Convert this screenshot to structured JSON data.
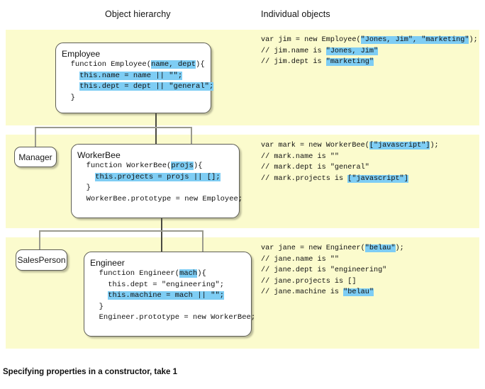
{
  "headers": {
    "hierarchy": "Object hierarchy",
    "individual": "Individual objects"
  },
  "caption": "Specifying properties in a constructor, take 1",
  "colors": {
    "band_background": "#fbfbcd",
    "highlight": "#7ecdf4",
    "box_border": "#5d5d55",
    "connector": "#4a4a42",
    "page_background": "#ffffff",
    "text": "#111111"
  },
  "hierarchy": {
    "employee": {
      "name": "Employee",
      "code_lines": [
        {
          "segments": [
            {
              "t": "  function Employee(",
              "hl": false
            },
            {
              "t": "name, dept",
              "hl": true
            },
            {
              "t": "){",
              "hl": false
            }
          ]
        },
        {
          "segments": [
            {
              "t": "    ",
              "hl": false
            },
            {
              "t": "this.name = name || \"\";",
              "hl": true
            }
          ]
        },
        {
          "segments": [
            {
              "t": "    ",
              "hl": false
            },
            {
              "t": "this.dept = dept || \"general\";",
              "hl": true
            }
          ]
        },
        {
          "segments": [
            {
              "t": "  }",
              "hl": false
            }
          ]
        }
      ]
    },
    "manager": {
      "name": "Manager"
    },
    "workerbee": {
      "name": "WorkerBee",
      "code_lines": [
        {
          "segments": [
            {
              "t": "  function WorkerBee(",
              "hl": false
            },
            {
              "t": "projs",
              "hl": true
            },
            {
              "t": "){",
              "hl": false
            }
          ]
        },
        {
          "segments": [
            {
              "t": "    ",
              "hl": false
            },
            {
              "t": "this.projects = projs || [];",
              "hl": true
            }
          ]
        },
        {
          "segments": [
            {
              "t": "  }",
              "hl": false
            }
          ]
        },
        {
          "segments": [
            {
              "t": "  WorkerBee.prototype = new Employee;",
              "hl": false
            }
          ]
        }
      ]
    },
    "salesperson": {
      "name": "SalesPerson"
    },
    "engineer": {
      "name": "Engineer",
      "code_lines": [
        {
          "segments": [
            {
              "t": "  function Engineer(",
              "hl": false
            },
            {
              "t": "mach",
              "hl": true
            },
            {
              "t": "){",
              "hl": false
            }
          ]
        },
        {
          "segments": [
            {
              "t": "    this.dept = \"engineering\";",
              "hl": false
            }
          ]
        },
        {
          "segments": [
            {
              "t": "    ",
              "hl": false
            },
            {
              "t": "this.machine = mach || \"\";",
              "hl": true
            }
          ]
        },
        {
          "segments": [
            {
              "t": "  }",
              "hl": false
            }
          ]
        },
        {
          "segments": [
            {
              "t": "  Engineer.prototype = new WorkerBee;",
              "hl": false
            }
          ]
        }
      ]
    }
  },
  "individual_objects": [
    {
      "id": "jim",
      "lines": [
        {
          "segments": [
            {
              "t": "var jim = new Employee(",
              "hl": false
            },
            {
              "t": "\"Jones, Jim\", \"marketing\"",
              "hl": true
            },
            {
              "t": ");",
              "hl": false
            }
          ]
        },
        {
          "segments": [
            {
              "t": "// jim.name is ",
              "hl": false
            },
            {
              "t": "\"Jones, Jim\"",
              "hl": true
            }
          ]
        },
        {
          "segments": [
            {
              "t": "// jim.dept is ",
              "hl": false
            },
            {
              "t": "\"marketing\"",
              "hl": true
            }
          ]
        }
      ]
    },
    {
      "id": "mark",
      "lines": [
        {
          "segments": [
            {
              "t": "var mark = new WorkerBee(",
              "hl": false
            },
            {
              "t": "[\"javascript\"]",
              "hl": true
            },
            {
              "t": ");",
              "hl": false
            }
          ]
        },
        {
          "segments": [
            {
              "t": "// mark.name is \"\"",
              "hl": false
            }
          ]
        },
        {
          "segments": [
            {
              "t": "// mark.dept is \"general\"",
              "hl": false
            }
          ]
        },
        {
          "segments": [
            {
              "t": "// mark.projects is ",
              "hl": false
            },
            {
              "t": "[\"javascript\"]",
              "hl": true
            }
          ]
        }
      ]
    },
    {
      "id": "jane",
      "lines": [
        {
          "segments": [
            {
              "t": "var jane = new Engineer(",
              "hl": false
            },
            {
              "t": "\"belau\"",
              "hl": true
            },
            {
              "t": ");",
              "hl": false
            }
          ]
        },
        {
          "segments": [
            {
              "t": "// jane.name is \"\"",
              "hl": false
            }
          ]
        },
        {
          "segments": [
            {
              "t": "// jane.dept is \"engineering\"",
              "hl": false
            }
          ]
        },
        {
          "segments": [
            {
              "t": "// jane.projects is []",
              "hl": false
            }
          ]
        },
        {
          "segments": [
            {
              "t": "// jane.machine is ",
              "hl": false
            },
            {
              "t": "\"belau\"",
              "hl": true
            }
          ]
        }
      ]
    }
  ]
}
